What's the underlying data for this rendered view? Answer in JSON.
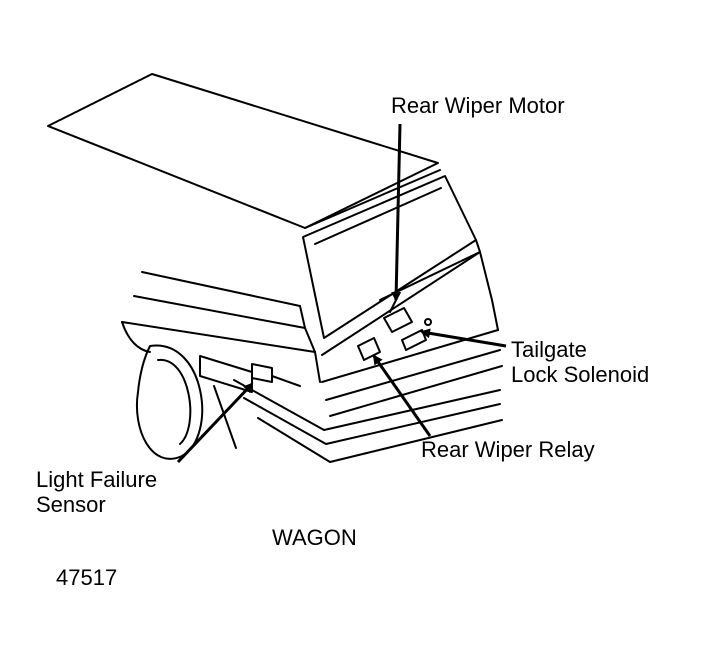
{
  "labels": {
    "rear_wiper_motor": "Rear Wiper Motor",
    "tailgate_lock_solenoid_line1": "Tailgate",
    "tailgate_lock_solenoid_line2": "Lock Solenoid",
    "rear_wiper_relay": "Rear Wiper Relay",
    "light_failure_sensor_line1": "Light Failure",
    "light_failure_sensor_line2": "Sensor",
    "caption": "WAGON",
    "figure_number": "47517"
  }
}
